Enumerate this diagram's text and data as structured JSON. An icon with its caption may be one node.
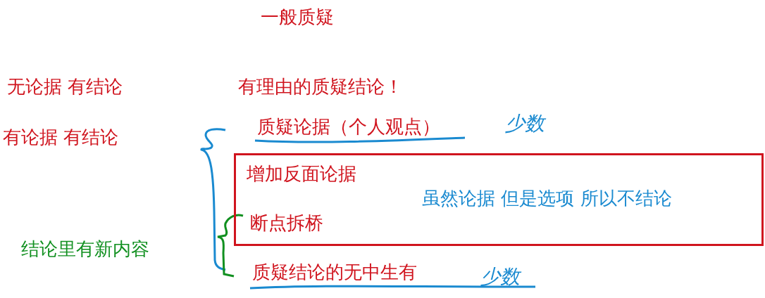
{
  "diagram": {
    "title": "一般质疑",
    "nodes": [
      {
        "text": [
          "增加反面论据",
          "断点拆桥",
          "虽然论据 但是选项 所以不结论"
        ]
      }
    ],
    "labels": [
      "无论据 有结论",
      "有理由的质疑结论！",
      "有论据 有结论",
      "质疑论据（个人观点）",
      "少数",
      "结论里有新内容",
      "质疑结论的无中生有",
      "少数"
    ]
  }
}
